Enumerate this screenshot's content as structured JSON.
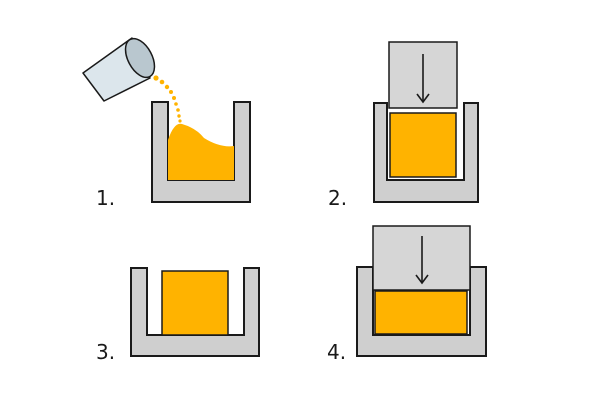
{
  "steps": [
    {
      "label": "1."
    },
    {
      "label": "2."
    },
    {
      "label": "3."
    },
    {
      "label": "4."
    }
  ],
  "colors": {
    "mould_fill": "#cfcfcf",
    "material": "#ffb300",
    "outline": "#1a1a1a",
    "press": "#d6d6d6",
    "cup_side": "#dce6ec",
    "cup_rim": "#b9c7cf",
    "background": "#ffffff"
  }
}
